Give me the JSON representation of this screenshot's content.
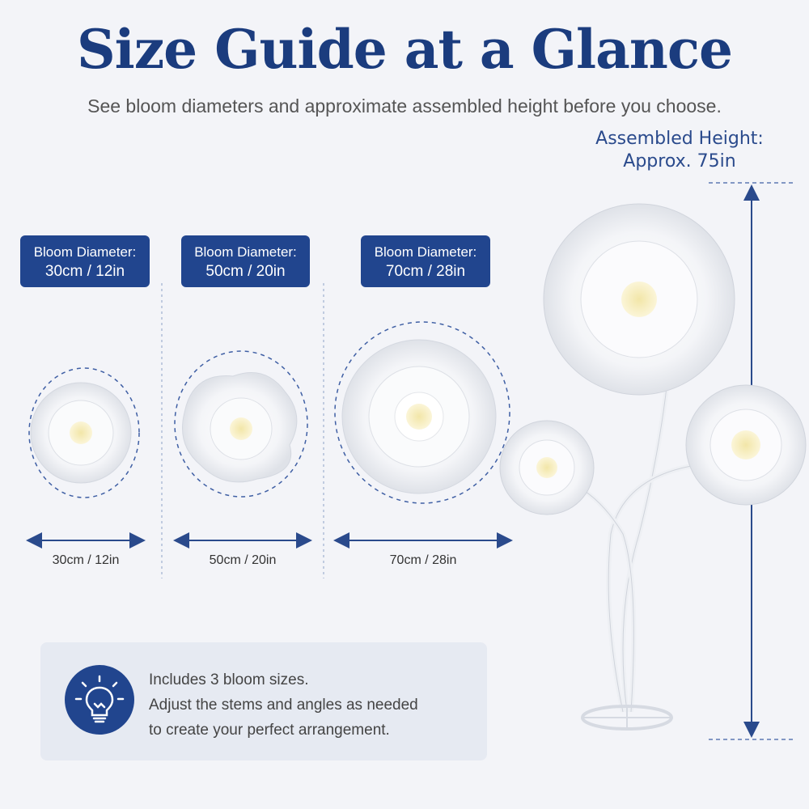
{
  "header": {
    "title": "Size Guide at a Glance",
    "subtitle": "See bloom diameters and approximate assembled height before you choose."
  },
  "assembled_height": {
    "line1": "Assembled Height:",
    "line2": "Approx. 75in"
  },
  "blooms": [
    {
      "badge_label": "Bloom Diameter:",
      "badge_value": "30cm / 12in",
      "dimension": "30cm / 12in"
    },
    {
      "badge_label": "Bloom Diameter:",
      "badge_value": "50cm / 20in",
      "dimension": "50cm / 20in"
    },
    {
      "badge_label": "Bloom Diameter:",
      "badge_value": "70cm / 28in",
      "dimension": "70cm / 28in"
    }
  ],
  "note": {
    "line1": "Includes 3 bloom sizes.",
    "line2": "Adjust the stems and angles as needed",
    "line3": "to create your perfect arrangement."
  },
  "icons": {
    "note_icon": "lightbulb-icon"
  },
  "colors": {
    "accent": "#21458e",
    "title": "#1b3c7e",
    "background": "#f3f4f8"
  }
}
